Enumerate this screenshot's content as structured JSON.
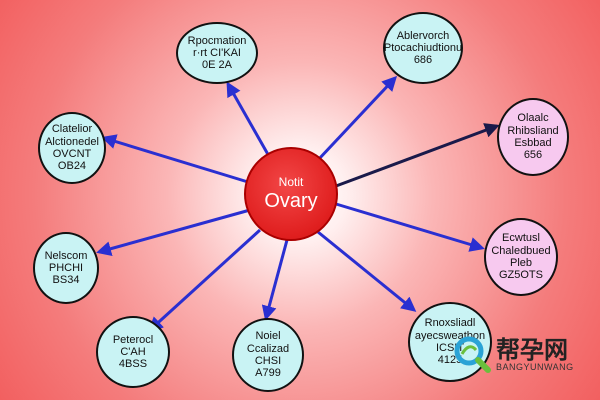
{
  "colors": {
    "edge": "#2a2fd1",
    "edge_dark": "#1a1a4a",
    "node_blue": "#c9f3f4",
    "node_pink": "#f7c9ef",
    "center": "#e01f1f",
    "background_outer": "#f56b6b",
    "background_inner": "#ffffff"
  },
  "center": {
    "line1": "Notit",
    "line2": "Ovary"
  },
  "nodes": {
    "top_left": {
      "line1": "Rpocmation",
      "line2": "r·rt CI'KAI",
      "line3": "0E 2A"
    },
    "top_right": {
      "line1": "Ablervorch",
      "line2": "Ptocachiudtionu",
      "line3": "686"
    },
    "left": {
      "line1": "Clatelior",
      "line2": "Alctionedel",
      "line3": "OVCNT",
      "line4": "OB24"
    },
    "right": {
      "line1": "Olaalc",
      "line2": "Rhibsliand",
      "line3": "Esbbad",
      "line4": "656"
    },
    "left_low": {
      "line1": "Nelscom",
      "line2": "PHCHI",
      "line3": "BS34"
    },
    "right_low": {
      "line1": "Ecwtusl",
      "line2": "Chaledbued",
      "line3": "Pleb",
      "line4": "GZ5OTS"
    },
    "bottom_left": {
      "line1": "Peterocl",
      "line2": "C'AH",
      "line3": "4BSS"
    },
    "bottom_mid": {
      "line1": "Noiel",
      "line2": "Ccalizad",
      "line3": "CHSI",
      "line4": "A799"
    },
    "bottom_right": {
      "line1": "Rnoxsliadl",
      "line2": "ayecsweatbon",
      "line3": "ICSIT",
      "line4": "4125"
    }
  },
  "watermark": {
    "cn": "帮孕网",
    "en": "BANGYUNWANG"
  }
}
